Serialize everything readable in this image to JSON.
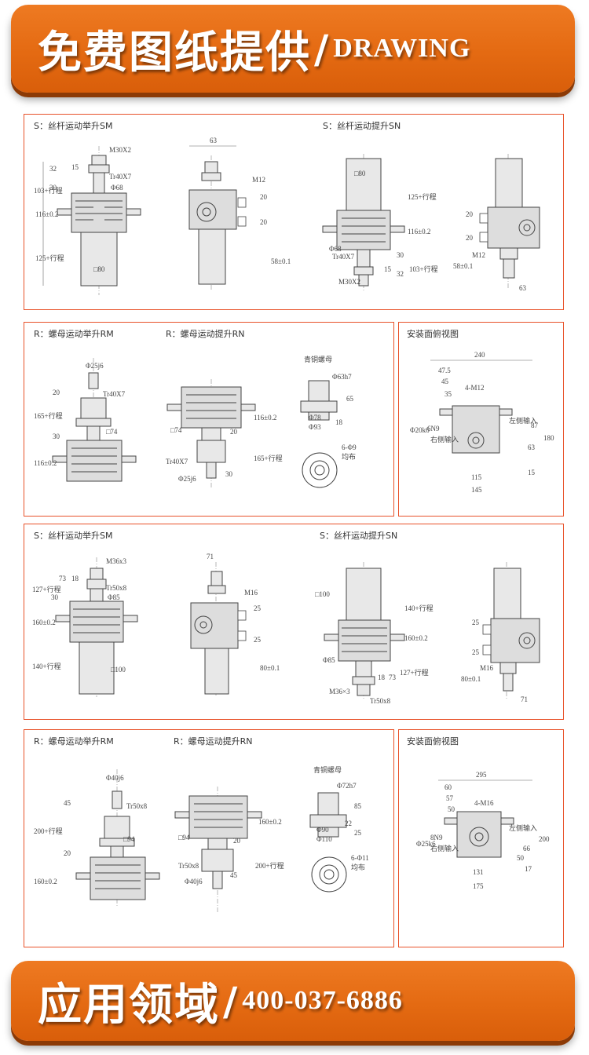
{
  "banners": {
    "top": {
      "cn": "免费图纸提供",
      "sep": "/",
      "en": "DRAWING"
    },
    "bottom": {
      "cn": "应用领域",
      "sep": "/",
      "en": "400-037-6886"
    }
  },
  "colors": {
    "banner": "#e46a12",
    "panel_border": "#e8522a"
  },
  "section1": {
    "title_left": "S：丝杆运动举升SM",
    "title_right": "S：丝杆运动提升SN",
    "sm": {
      "d1": "M30X2",
      "d2": "Tr40X7",
      "d3": "Φ68",
      "d4": "32",
      "d5": "15",
      "d6": "103+行程",
      "d7": "30",
      "d8": "116±0.2",
      "d9": "125+行程",
      "d10": "□80"
    },
    "side": {
      "d1": "63",
      "d2": "M12",
      "d3": "20",
      "d4": "20",
      "d5": "58±0.1"
    },
    "sn": {
      "d1": "□80",
      "d2": "125+行程",
      "d3": "116±0.2",
      "d4": "Φ68",
      "d5": "Tr40X7",
      "d6": "30",
      "d7": "15",
      "d8": "32",
      "d9": "103+行程",
      "d10": "M30X2"
    },
    "side2": {
      "d1": "20",
      "d2": "20",
      "d3": "M12",
      "d4": "58±0.1",
      "d5": "63"
    }
  },
  "section2": {
    "title_rm": "R：螺母运动举升RM",
    "title_rn": "R：螺母运动提升RN",
    "rm": {
      "d1": "Φ25j6",
      "d2": "20",
      "d3": "Tr40X7",
      "d4": "165+行程",
      "d5": "30",
      "d6": "□74",
      "d7": "116±0.2"
    },
    "rn": {
      "d1": "116±0.2",
      "d2": "□74",
      "d3": "20",
      "d4": "165+行程",
      "d5": "Tr40X7",
      "d6": "Φ25j6",
      "d7": "30"
    },
    "nut": {
      "title": "青铜螺母",
      "d1": "Φ63h7",
      "d2": "65",
      "d3": "Φ78",
      "d4": "Φ93",
      "d5": "18",
      "d6": "6-Φ9",
      "d7": "均布"
    },
    "top": {
      "title": "安装面俯视图",
      "d1": "240",
      "d2": "47.5",
      "d3": "45",
      "d4": "35",
      "d5": "4-M12",
      "d6": "Φ20k6",
      "d7": "6N9",
      "d8": "右侧输入",
      "d9": "左侧输入",
      "d10": "87",
      "d11": "180",
      "d12": "63",
      "d13": "15",
      "d14": "115",
      "d15": "145"
    }
  },
  "section3": {
    "title_left": "S：丝杆运动举升SM",
    "title_right": "S：丝杆运动提升SN",
    "sm": {
      "d1": "M36x3",
      "d2": "73",
      "d3": "18",
      "d4": "127+行程",
      "d5": "Tr50x8",
      "d6": "Φ85",
      "d7": "30",
      "d8": "160±0.2",
      "d9": "140+行程",
      "d10": "□100"
    },
    "side": {
      "d1": "71",
      "d2": "M16",
      "d3": "25",
      "d4": "25",
      "d5": "80±0.1"
    },
    "sn": {
      "d1": "□100",
      "d2": "140+行程",
      "d3": "160±0.2",
      "d4": "Φ85",
      "d5": "18",
      "d6": "73",
      "d7": "127+行程",
      "d8": "M36×3",
      "d9": "Tr50x8"
    },
    "side2": {
      "d1": "25",
      "d2": "25",
      "d3": "M16",
      "d4": "80±0.1",
      "d5": "71"
    }
  },
  "section4": {
    "title_rm": "R：螺母运动举升RM",
    "title_rn": "R：螺母运动提升RN",
    "rm": {
      "d1": "Φ40j6",
      "d2": "45",
      "d3": "Tr50x8",
      "d4": "200+行程",
      "d5": "□94",
      "d6": "20",
      "d7": "160±0.2"
    },
    "rn": {
      "d1": "160±0.2",
      "d2": "□94",
      "d3": "20",
      "d4": "200+行程",
      "d5": "Tr50x8",
      "d6": "Φ40j6",
      "d7": "45"
    },
    "nut": {
      "title": "青铜螺母",
      "d1": "Φ72h7",
      "d2": "85",
      "d3": "22",
      "d4": "Φ90",
      "d5": "Φ110",
      "d6": "6-Φ11",
      "d7": "均布",
      "d8": "25"
    },
    "top": {
      "title": "安装面俯视图",
      "d1": "295",
      "d2": "60",
      "d3": "57",
      "d4": "50",
      "d5": "4-M16",
      "d6": "Φ25k6",
      "d7": "8N9",
      "d8": "右侧输入",
      "d9": "左侧输入",
      "d10": "66",
      "d11": "200",
      "d12": "17",
      "d13": "131",
      "d14": "175",
      "d15": "50"
    }
  }
}
